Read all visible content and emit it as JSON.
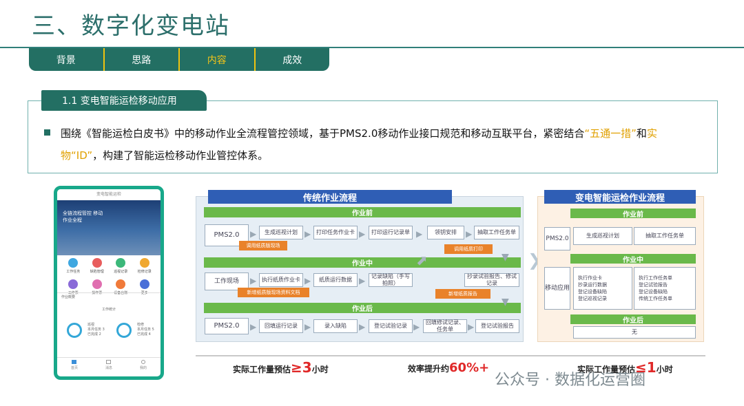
{
  "slide": {
    "title": "三、数字化变电站",
    "tabs": [
      {
        "label": "背景",
        "active": false
      },
      {
        "label": "思路",
        "active": false
      },
      {
        "label": "内容",
        "active": true
      },
      {
        "label": "成效",
        "active": false
      }
    ],
    "section_label": "1.1 变电智能运检移动应用",
    "paragraph": {
      "p1": "围绕《智能运检白皮书》中的移动作业全流程管控领域，基于PMS2.0移动作业接口规范和移动互联平台，紧密结合",
      "h1": "“五通一措”",
      "p2": "和",
      "h2": "实物“ID”",
      "p3": "，构建了智能运检移动作业管控体系。"
    },
    "accent_colors": {
      "teal": "#236f63",
      "highlight": "#e0a000",
      "green": "#6ab94a",
      "orange": "#e9822a",
      "blue": "#2f5eb5",
      "red": "#e02828"
    }
  },
  "phone": {
    "top_text": "变电智能运检",
    "banner_text": "全链流程管控 移动作业全程",
    "icons": [
      {
        "label": "工作任务",
        "color": "#3fa7e0"
      },
      {
        "label": "缺陷管理",
        "color": "#e85d5d"
      },
      {
        "label": "巡视记录",
        "color": "#3cb87a"
      },
      {
        "label": "检修记录",
        "color": "#f0a830"
      },
      {
        "label": "工作票",
        "color": "#8a6ad8"
      },
      {
        "label": "操作票",
        "color": "#e06fb0"
      },
      {
        "label": "设备台账",
        "color": "#f07a3a"
      },
      {
        "label": "更多",
        "color": "#4a6fd8"
      }
    ],
    "notice": "作业概要",
    "sub": "工作统计",
    "stats": [
      {
        "label": "巡视",
        "lines": [
          "本月任务 3",
          "已完成 2"
        ]
      },
      {
        "label": "检修",
        "lines": [
          "本月任务 5",
          "已完成 4"
        ]
      }
    ],
    "nav": [
      "首页",
      "消息",
      "我的"
    ]
  },
  "traditional": {
    "header": "传统作业流程",
    "stages": [
      {
        "name": "作业前",
        "start": "PMS2.0",
        "steps": [
          "生成巡视计划",
          "打印任务作业卡",
          "打印运行记录单",
          "领钥安排",
          "抽取工作任务单"
        ],
        "notes": [
          "调用纸质版现场",
          "调用纸质打印"
        ]
      },
      {
        "name": "作业中",
        "start": "工作现场",
        "steps": [
          "执行纸质作业卡",
          "纸质运行数据",
          "记录缺陷（手写拍照）",
          "抄录试验报告、修试记录"
        ],
        "notes": [
          "新增纸质版现场资料文档",
          "新增纸质报告"
        ]
      },
      {
        "name": "作业后",
        "start": "PMS2.0",
        "steps": [
          "回填运行记录",
          "录入缺陷",
          "登记试验记录",
          "回填修试记录、任务单",
          "登记试验报告"
        ],
        "notes": []
      }
    ]
  },
  "smart": {
    "header": "变电智能运检作业流程",
    "before": {
      "name": "作业前",
      "start": "PMS2.0",
      "steps": [
        "生成巡视计划",
        "抽取工作任务单"
      ]
    },
    "during": {
      "name": "作业中",
      "start": "移动应用",
      "left": [
        "执行作业卡",
        "抄录运行数据",
        "登记设备缺陷",
        "登记巡视记录"
      ],
      "right": [
        "执行工作任务单",
        "登记试验报告",
        "登记设备缺陷",
        "传统工作任务单"
      ]
    },
    "after": {
      "name": "作业后",
      "value": "无"
    }
  },
  "summary": {
    "left_prefix": "实际工作量预估",
    "left_big": "≥3",
    "left_suffix": "小时",
    "mid_prefix": "效率提升约",
    "mid_big": "60%+",
    "right_prefix": "实际工作量预估",
    "right_big": "≤1",
    "right_suffix": "小时"
  },
  "watermark": "公众号 · 数据化运营圈"
}
